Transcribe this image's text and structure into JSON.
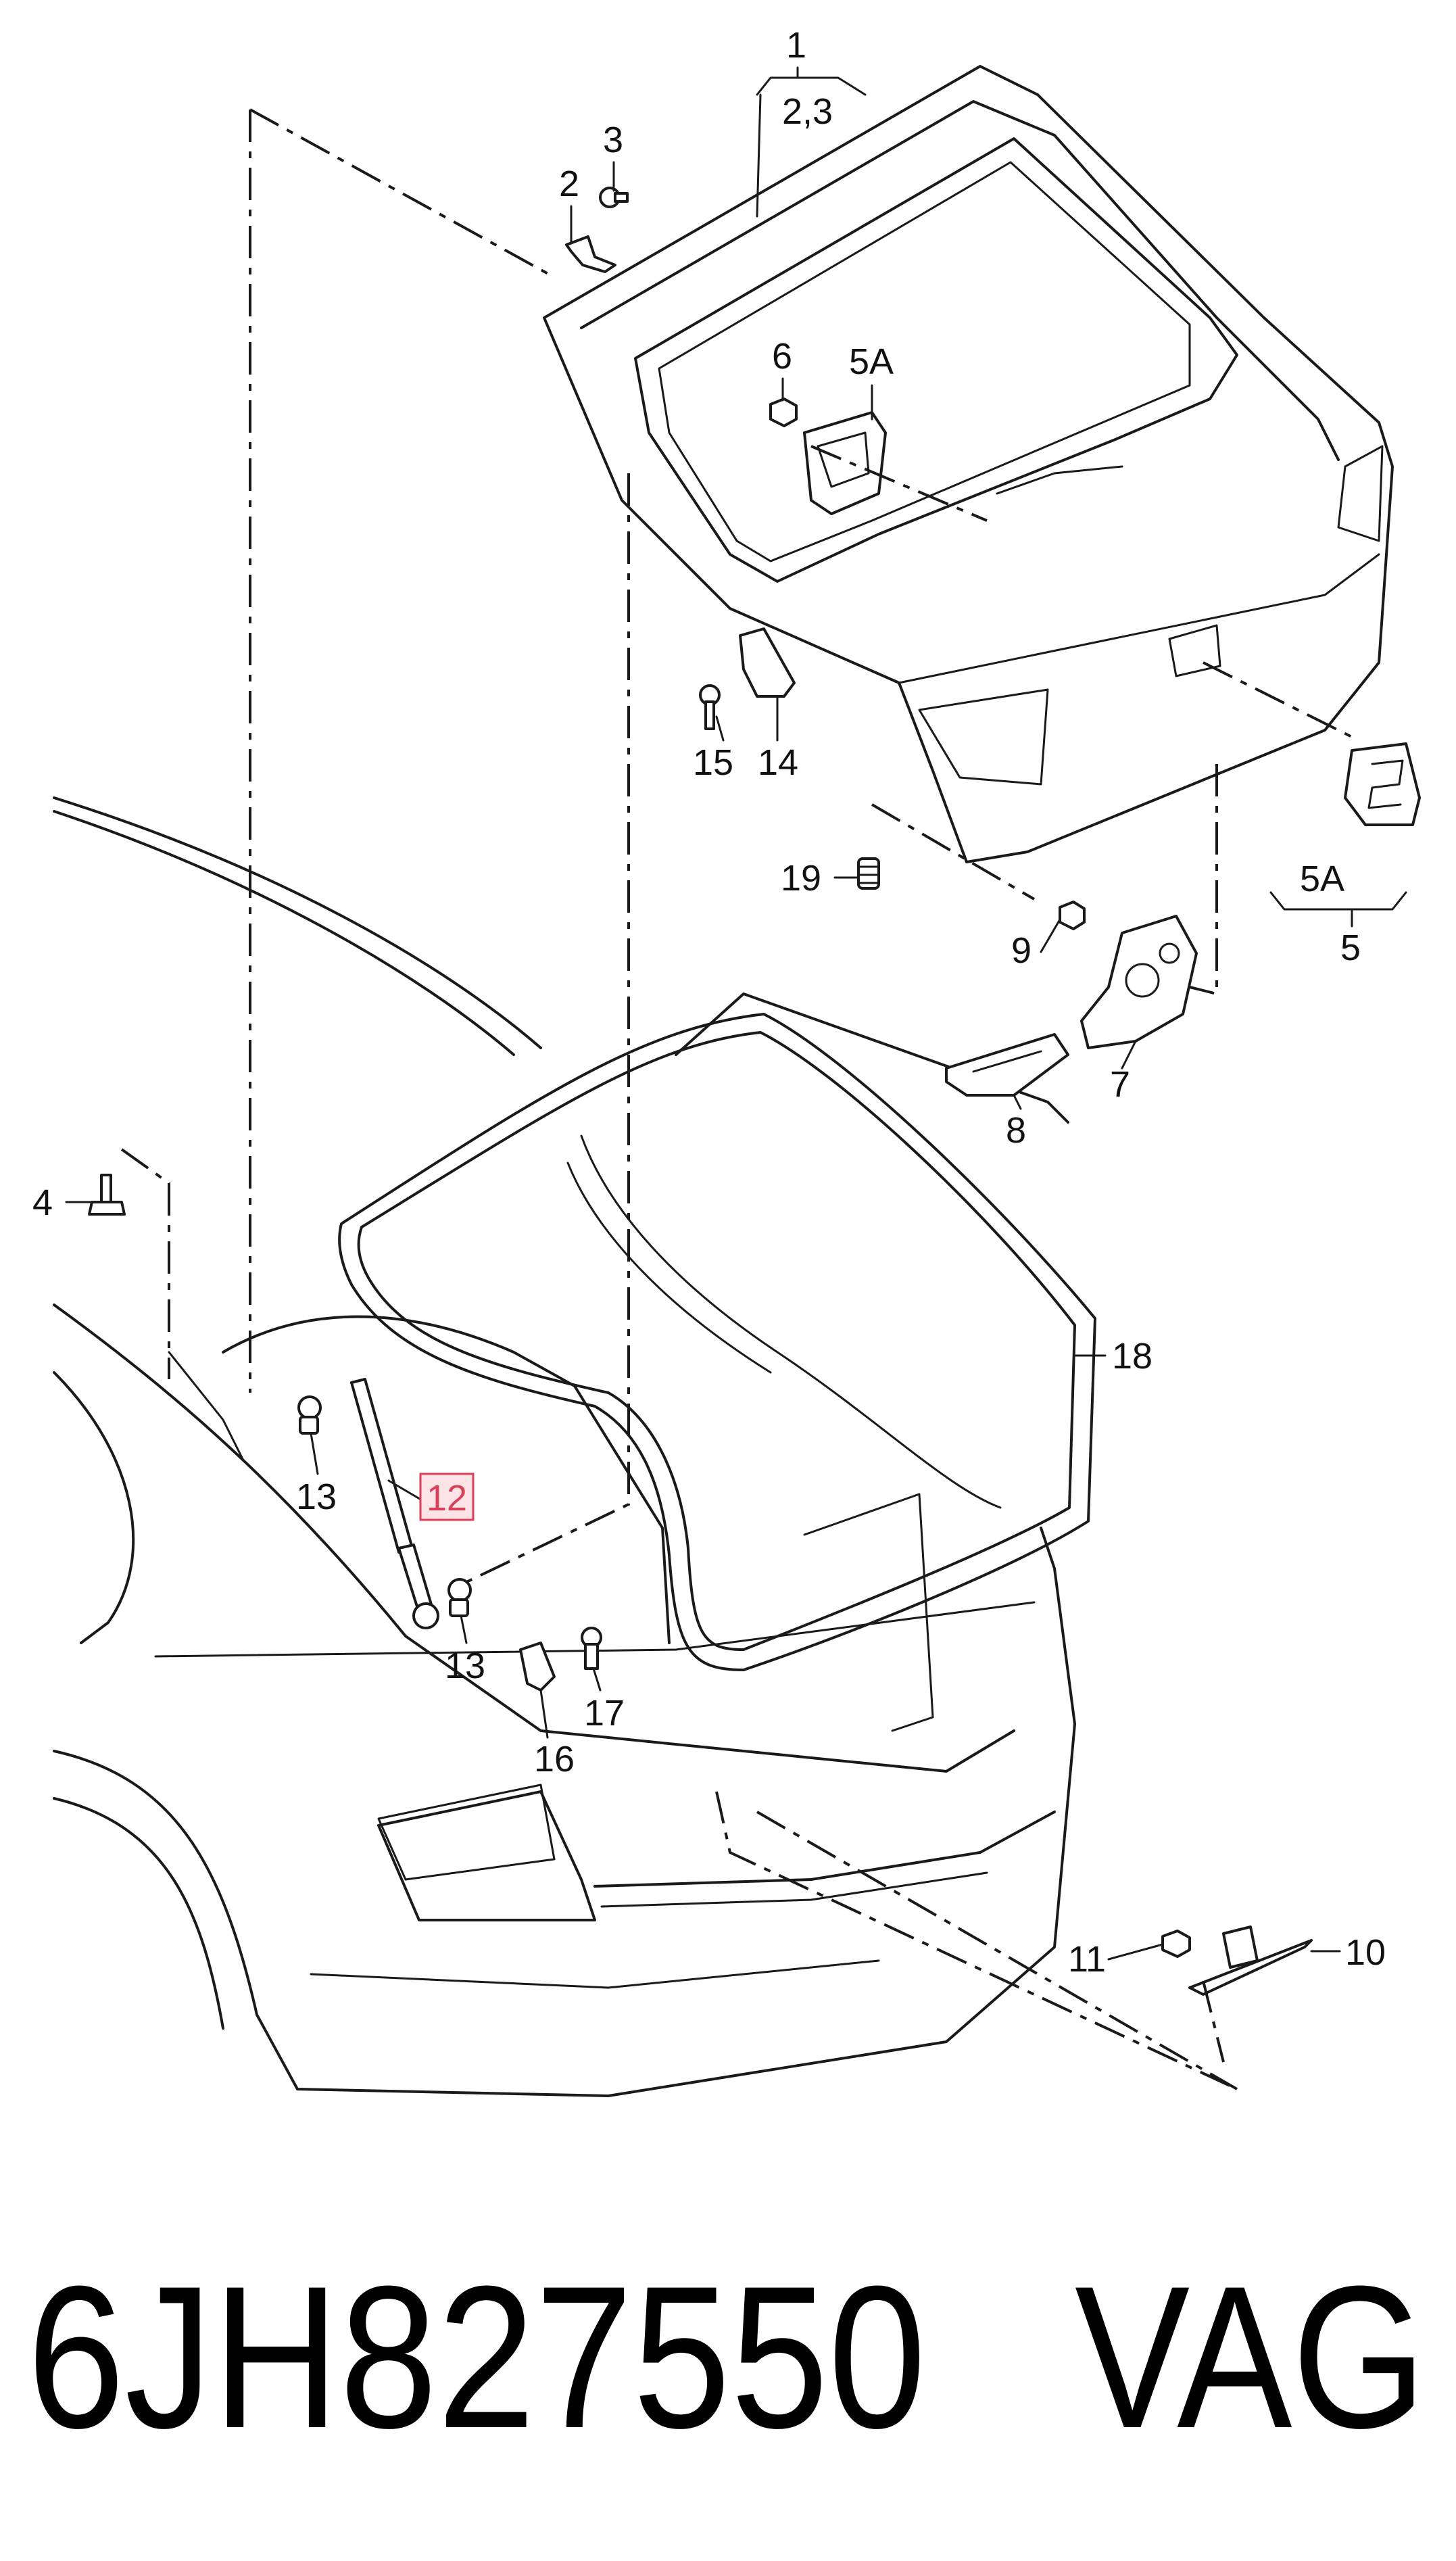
{
  "callouts": {
    "c1": "1",
    "c23": "2,3",
    "c2": "2",
    "c3": "3",
    "c6": "6",
    "c5a_top": "5A",
    "c15": "15",
    "c14": "14",
    "c19": "19",
    "c5a_right": "5A",
    "c5": "5",
    "c9": "9",
    "c7": "7",
    "c8": "8",
    "c4": "4",
    "c18": "18",
    "c13a": "13",
    "c12": "12",
    "c13b": "13",
    "c16": "16",
    "c17": "17",
    "c11": "11",
    "c10": "10"
  },
  "highlight": {
    "part": "12",
    "color": "#d9415a",
    "fill": "#fbe3e6"
  },
  "footer": {
    "part_number": "6JH827550",
    "brand": "VAG"
  }
}
